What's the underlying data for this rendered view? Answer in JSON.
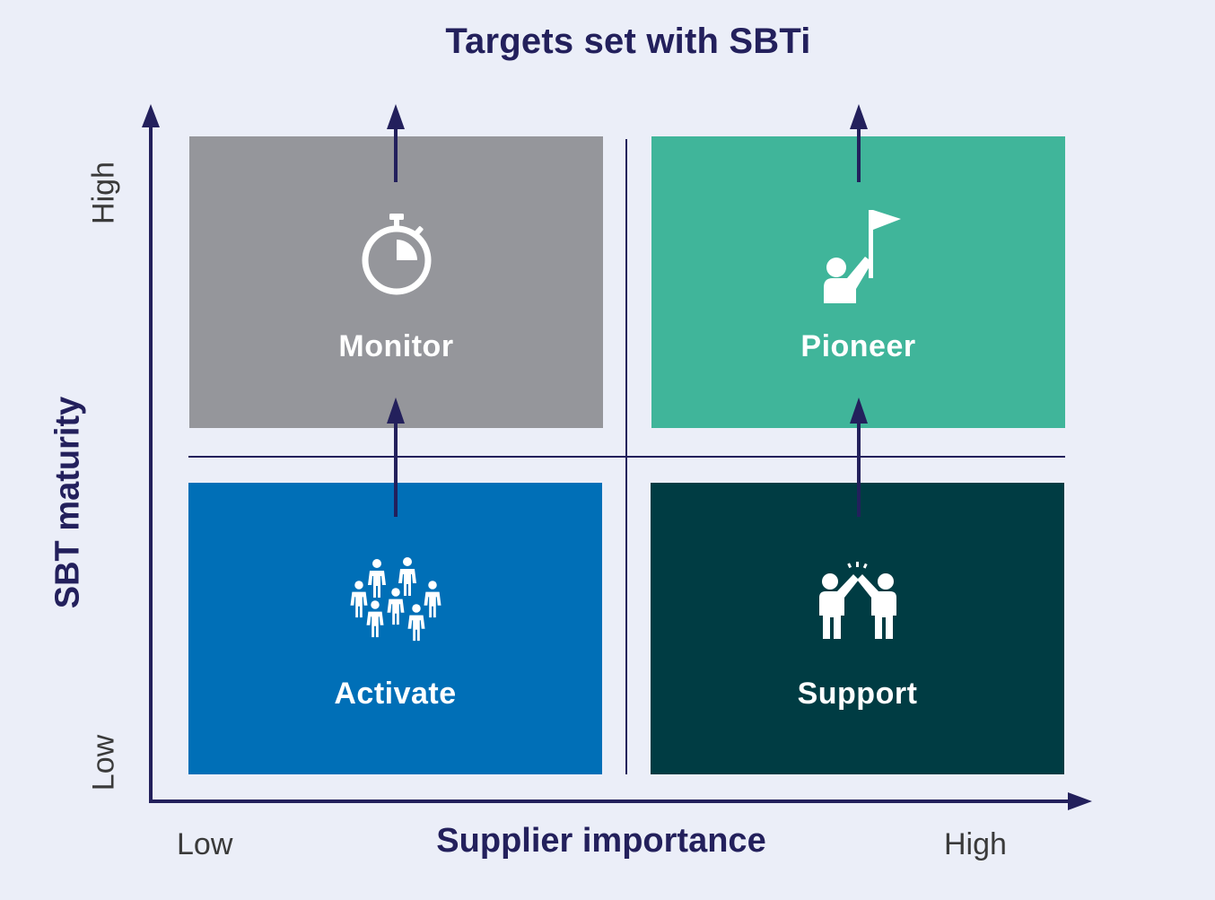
{
  "title": "Targets set with SBTi",
  "axes": {
    "x_title": "Supplier importance",
    "y_title": "SBT maturity",
    "x_low": "Low",
    "x_high": "High",
    "y_low": "Low",
    "y_high": "High"
  },
  "quadrants": {
    "monitor": {
      "label": "Monitor",
      "color": "#95969b",
      "icon": "stopwatch-icon"
    },
    "pioneer": {
      "label": "Pioneer",
      "color": "#40b59a",
      "icon": "person-with-flag-icon"
    },
    "activate": {
      "label": "Activate",
      "color": "#006fb7",
      "icon": "group-of-people-icon"
    },
    "support": {
      "label": "Support",
      "color": "#003c43",
      "icon": "high-five-icon"
    }
  },
  "colors": {
    "background": "#ebeef8",
    "axis": "#23205c",
    "text_dark": "#23205c"
  }
}
